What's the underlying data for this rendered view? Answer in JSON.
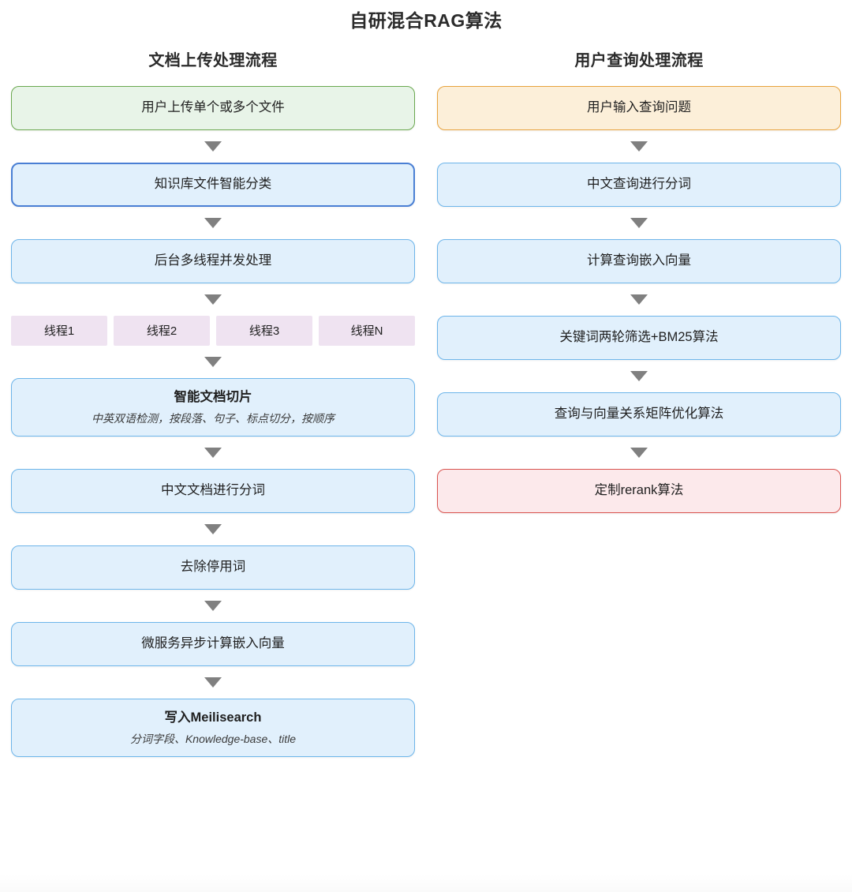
{
  "title": "自研混合RAG算法",
  "colors": {
    "green_border": "#6aa84f",
    "green_fill": "#e8f4e8",
    "blue_border": "#6db5ea",
    "blue_fill": "#e1f0fc",
    "blue_strong_border": "#4a7fd4",
    "orange_border": "#e8a33d",
    "orange_fill": "#fcefd9",
    "red_border": "#d9534f",
    "red_fill": "#fce9eb",
    "thread_fill": "#efe3f1",
    "arrow": "#808080"
  },
  "columns": [
    {
      "title": "文档上传处理流程",
      "nodes": [
        {
          "kind": "node",
          "style": "green",
          "label": "用户上传单个或多个文件"
        },
        {
          "kind": "arrow"
        },
        {
          "kind": "node",
          "style": "blue-strong",
          "label": "知识库文件智能分类"
        },
        {
          "kind": "arrow"
        },
        {
          "kind": "node",
          "style": "blue",
          "label": "后台多线程并发处理"
        },
        {
          "kind": "arrow"
        },
        {
          "kind": "threads",
          "items": [
            "线程1",
            "线程2",
            "线程3",
            "线程N"
          ]
        },
        {
          "kind": "arrow"
        },
        {
          "kind": "node",
          "style": "blue",
          "label": "智能文档切片",
          "sub": "中英双语检测，按段落、句子、标点切分，按顺序"
        },
        {
          "kind": "arrow"
        },
        {
          "kind": "node",
          "style": "blue",
          "label": "中文文档进行分词"
        },
        {
          "kind": "arrow"
        },
        {
          "kind": "node",
          "style": "blue",
          "label": "去除停用词"
        },
        {
          "kind": "arrow"
        },
        {
          "kind": "node",
          "style": "blue",
          "label": "微服务异步计算嵌入向量"
        },
        {
          "kind": "arrow"
        },
        {
          "kind": "node",
          "style": "blue",
          "label": "写入Meilisearch",
          "sub": "分词字段、Knowledge-base、title"
        }
      ]
    },
    {
      "title": "用户查询处理流程",
      "nodes": [
        {
          "kind": "node",
          "style": "orange",
          "label": "用户输入查询问题"
        },
        {
          "kind": "arrow"
        },
        {
          "kind": "node",
          "style": "blue",
          "label": "中文查询进行分词"
        },
        {
          "kind": "arrow"
        },
        {
          "kind": "node",
          "style": "blue",
          "label": "计算查询嵌入向量"
        },
        {
          "kind": "arrow"
        },
        {
          "kind": "node",
          "style": "blue",
          "label": "关键词两轮筛选+BM25算法"
        },
        {
          "kind": "arrow"
        },
        {
          "kind": "node",
          "style": "blue",
          "label": "查询与向量关系矩阵优化算法"
        },
        {
          "kind": "arrow"
        },
        {
          "kind": "node",
          "style": "red",
          "label": "定制rerank算法"
        }
      ]
    }
  ]
}
